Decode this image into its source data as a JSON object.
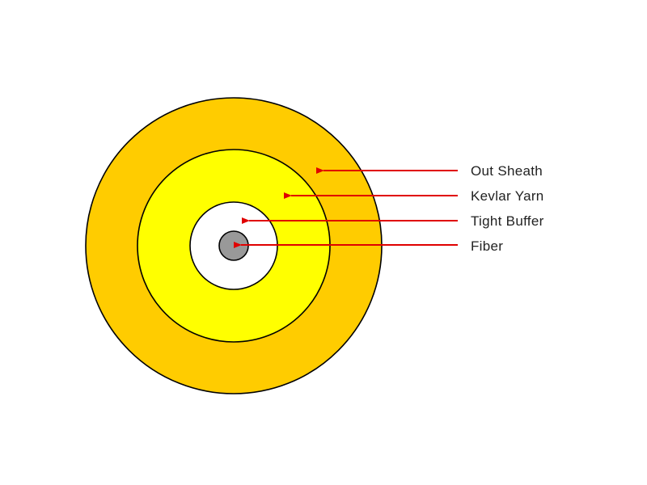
{
  "labels": {
    "out_sheath": "Out Sheath",
    "kevlar_yarn": "Kevlar Yarn",
    "tight_buffer": "Tight Buffer",
    "fiber": "Fiber"
  },
  "colors": {
    "out_sheath": "#FFCC00",
    "kevlar_yarn": "#FFFF00",
    "tight_buffer": "#FFFFFF",
    "fiber": "#999999",
    "outline": "#000000",
    "arrow": "#E00000"
  }
}
